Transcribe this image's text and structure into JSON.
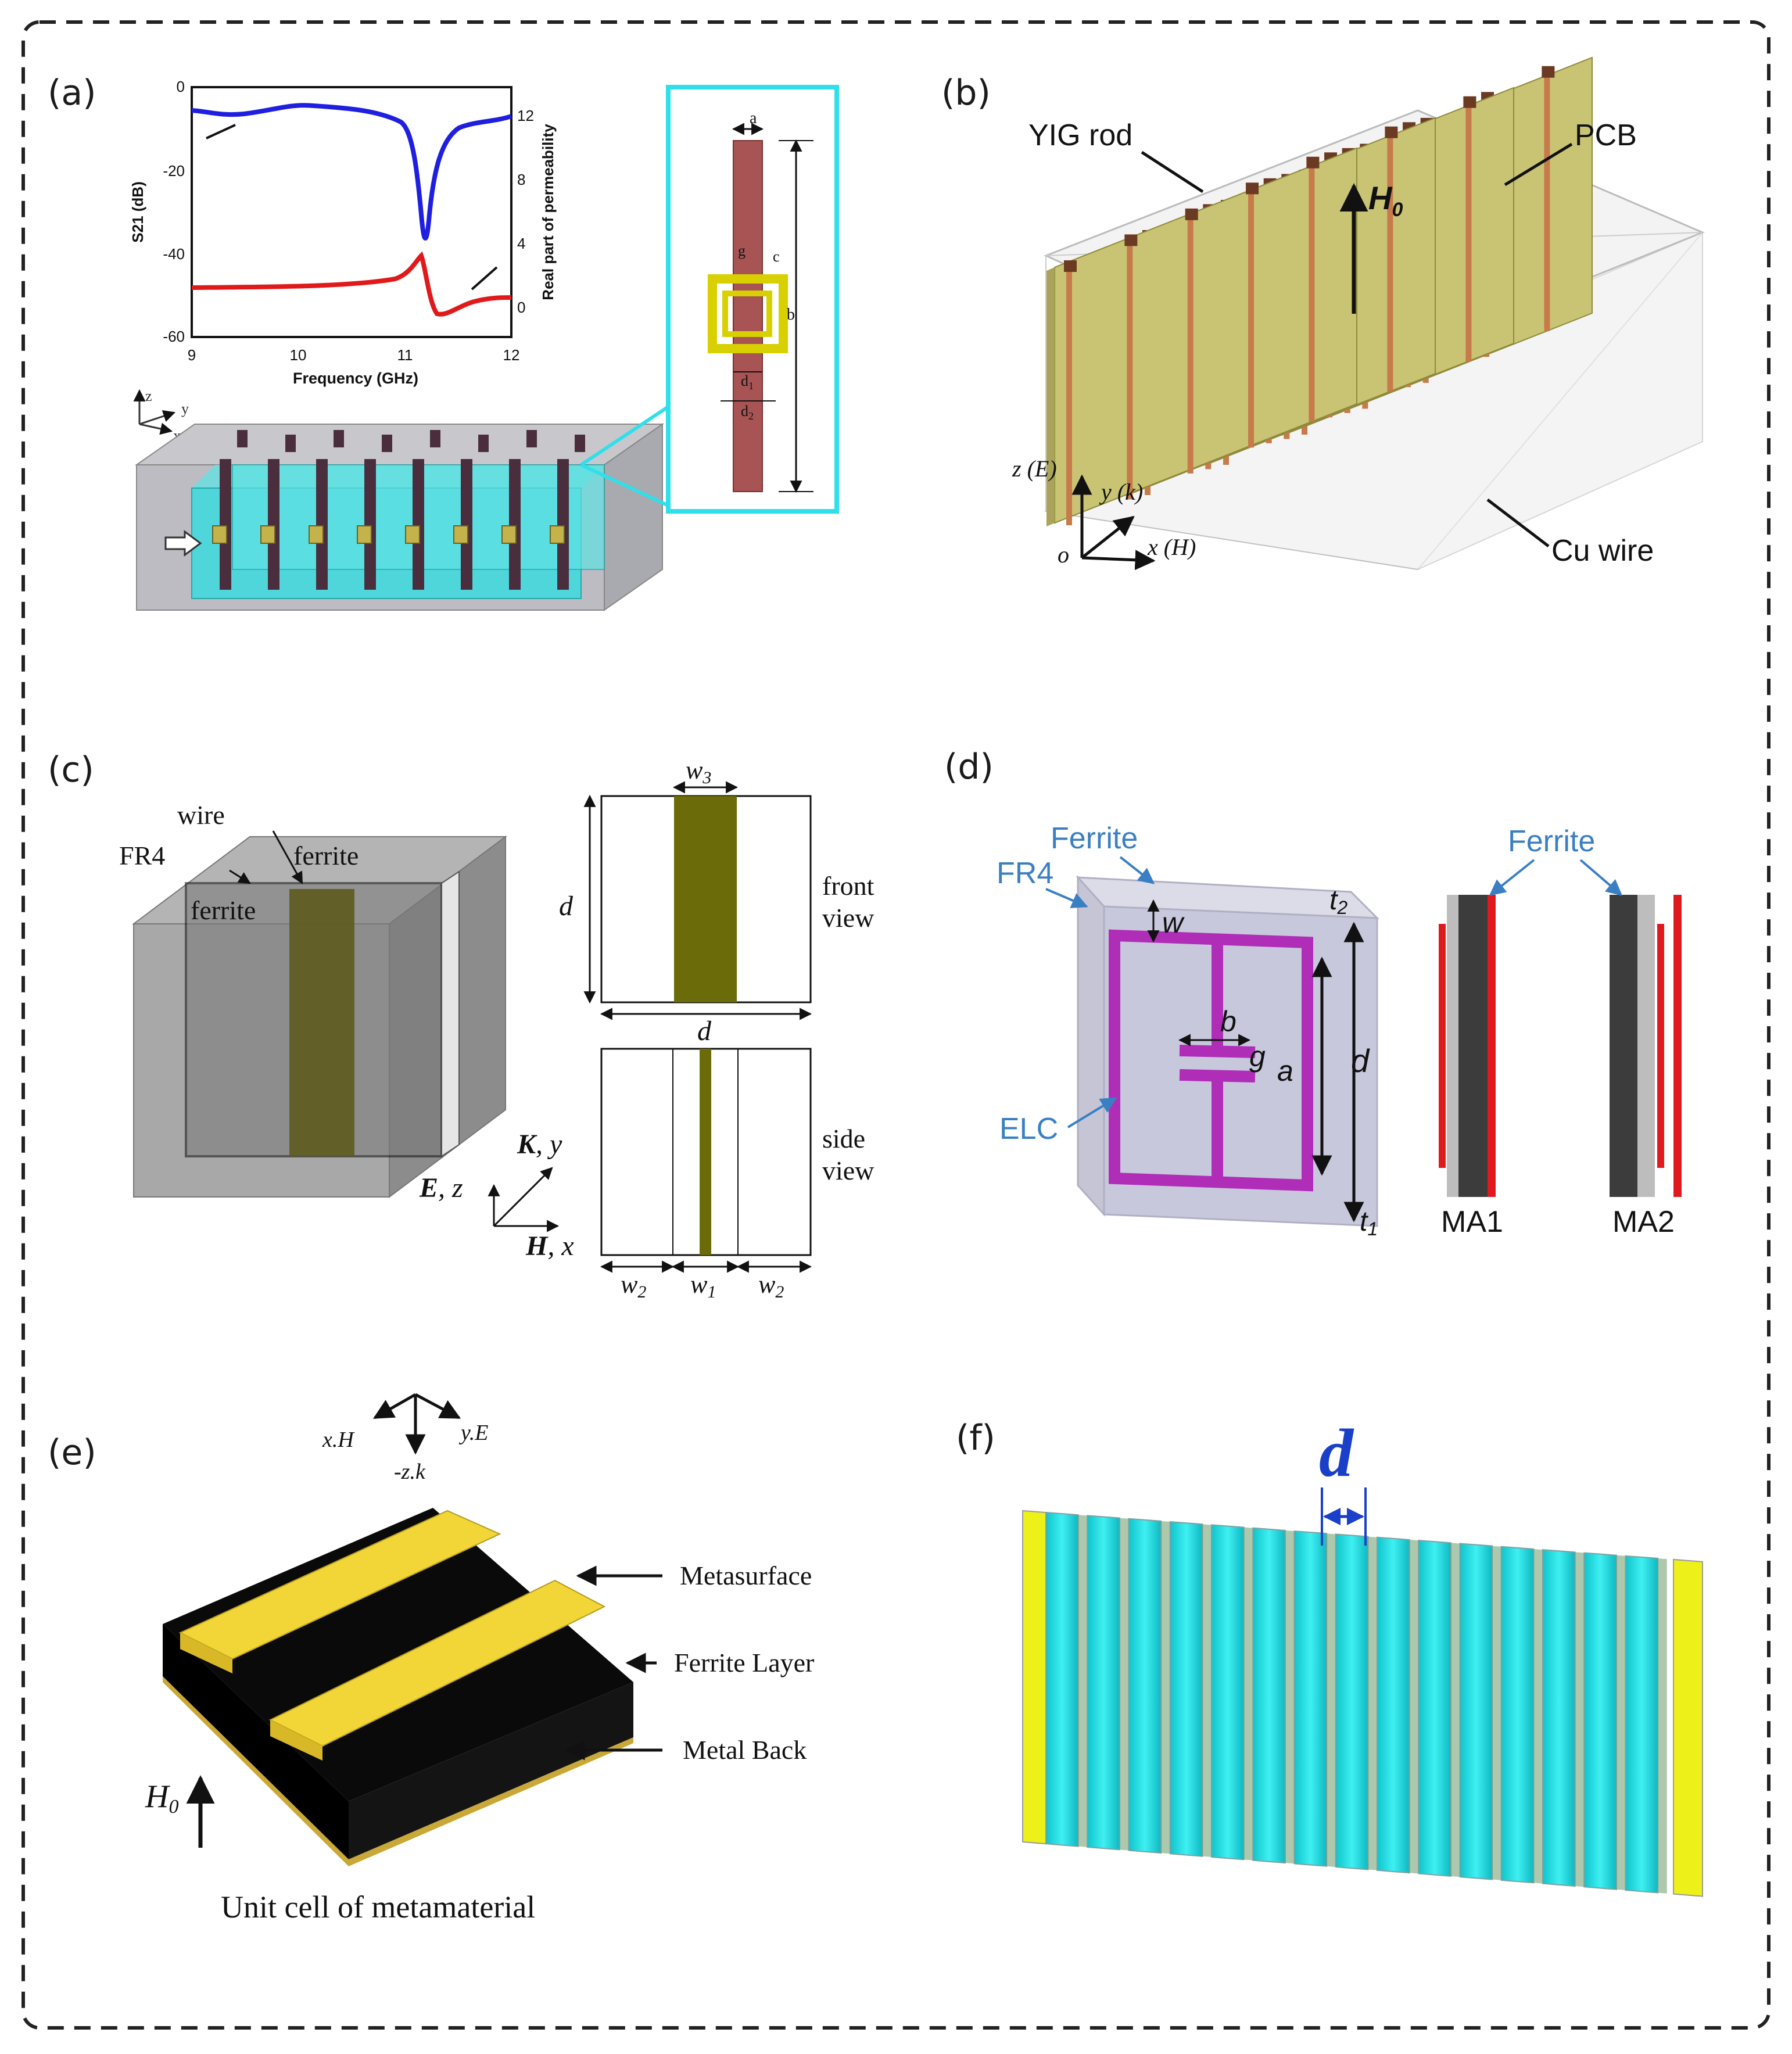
{
  "panels": {
    "a": {
      "label": "(a)",
      "plot": {
        "xlabel": "Frequency (GHz)",
        "ylabel_left": "S21 (dB)",
        "ylabel_right": "Real part of permeability",
        "x_ticks": [
          "9",
          "10",
          "11",
          "12"
        ],
        "y_left_ticks": [
          "0",
          "-20",
          "-40",
          "-60"
        ],
        "y_right_ticks": [
          "12",
          "8",
          "4",
          "0"
        ],
        "colors": {
          "s21": "#1f1fe0",
          "permeability": "#e01a1a"
        }
      },
      "axes": {
        "z": "z",
        "y": "y",
        "x": "x"
      },
      "dims": {
        "a": "a",
        "g": "g",
        "c": "c",
        "b": "b",
        "d1": "d",
        "d1_sub": "1",
        "d2": "d",
        "d2_sub": "2"
      }
    },
    "b": {
      "label": "(b)",
      "yig": "YIG rod",
      "pcb": "PCB",
      "cu": "Cu wire",
      "h0": "H",
      "h0_sub": "0",
      "axis_z": "z (E)",
      "axis_y": "y (k)",
      "axis_x": "x (H)",
      "origin": "o"
    },
    "c": {
      "label": "(c)",
      "wire": "wire",
      "fr4": "FR4",
      "ferrite1": "ferrite",
      "ferrite2": "ferrite",
      "front1": "front",
      "front2": "view",
      "side1": "side",
      "side2": "view",
      "d": "d",
      "w3": "w",
      "w3_sub": "3",
      "w1": "w",
      "w1_sub": "1",
      "w2": "w",
      "w2_sub": "2",
      "K": "K",
      "E": "E",
      "H": "H",
      "ky": ", y",
      "ez": ", z",
      "hx": ", x"
    },
    "d": {
      "label": "(d)",
      "ferrite_a": "Ferrite",
      "ferrite_b": "Ferrite",
      "fr4": "FR4",
      "elc": "ELC",
      "w": "w",
      "b": "b",
      "g": "g",
      "a": "a",
      "d": "d",
      "t2": "t",
      "t2_sub": "2",
      "t1": "t",
      "t1_sub": "1",
      "ma1": "MA1",
      "ma2": "MA2",
      "colors": {
        "blue_label": "#3a7fc4",
        "elc": "#b02db8",
        "copper": "#e0191e"
      }
    },
    "e": {
      "label": "(e)",
      "metasurface": "Metasurface",
      "ferrite_layer": "Ferrite Layer",
      "metal_back": "Metal Back",
      "h0": "H",
      "h0_sub": "0",
      "caption": "Unit cell of metamaterial",
      "axis_x": "x.",
      "axis_x_vec": "H",
      "axis_y": "y.",
      "axis_y_vec": "E",
      "axis_z": "-z.",
      "axis_z_vec": "k"
    },
    "f": {
      "label": "(f)",
      "d": "d",
      "colors": {
        "cyan": "#19e0e6",
        "yellow": "#eef01a",
        "d_color": "#1a3fc8"
      }
    }
  }
}
